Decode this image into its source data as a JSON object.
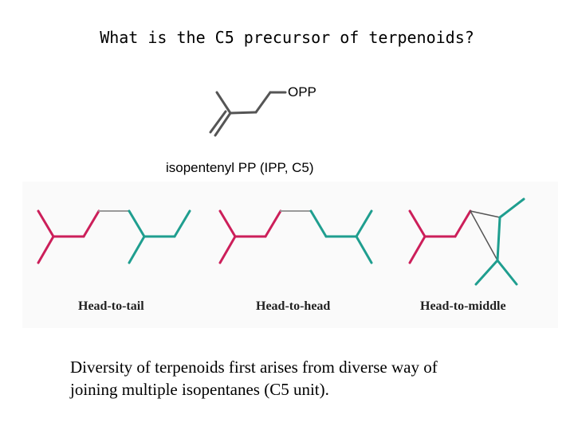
{
  "title": "What is the C5 precursor of terpenoids?",
  "molecule": {
    "group_label": "OPP",
    "name": "isopentenyl PP (IPP, C5)"
  },
  "linkages": [
    {
      "label": "Head-to-tail"
    },
    {
      "label": "Head-to-head"
    },
    {
      "label": "Head-to-middle"
    }
  ],
  "colors": {
    "unit_head": "#cc1f5a",
    "unit_tail": "#1f9e8f",
    "bond_link": "#999999",
    "skeleton": "#555555"
  },
  "description": {
    "line1": "Diversity of terpenoids first arises from diverse way of",
    "line2": "joining multiple isopentanes (C5 unit)."
  }
}
